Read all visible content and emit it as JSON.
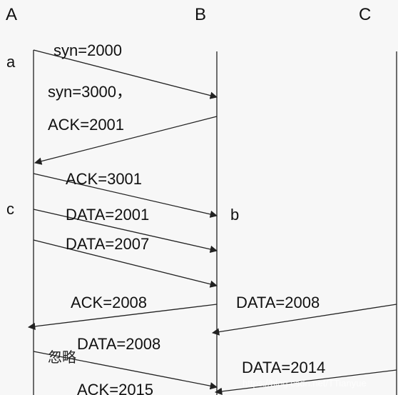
{
  "hosts": {
    "a": "A",
    "b": "B",
    "c": "C"
  },
  "points": {
    "a": "a",
    "b": "b",
    "c": "c"
  },
  "messages": [
    {
      "id": "syn-2000",
      "lines": [
        "syn=2000"
      ]
    },
    {
      "id": "syn-3000-ack-2001",
      "lines": [
        "syn=3000，",
        "ACK=2001"
      ]
    },
    {
      "id": "ack-3001",
      "lines": [
        "ACK=3001"
      ]
    },
    {
      "id": "data-2001",
      "lines": [
        "DATA=2001"
      ]
    },
    {
      "id": "data-2007",
      "lines": [
        "DATA=2007"
      ]
    },
    {
      "id": "ack-2008",
      "lines": [
        "ACK=2008"
      ]
    },
    {
      "id": "c-data-2008",
      "lines": [
        "DATA=2008"
      ]
    },
    {
      "id": "data-2008",
      "lines": [
        "DATA=2008"
      ]
    },
    {
      "id": "c-data-2014",
      "lines": [
        "DATA=2014"
      ]
    },
    {
      "id": "ack-2015",
      "lines": [
        "ACK=2015"
      ]
    }
  ],
  "note": "忽略",
  "watermark": "https://blog.csdn.net/TTianyue"
}
